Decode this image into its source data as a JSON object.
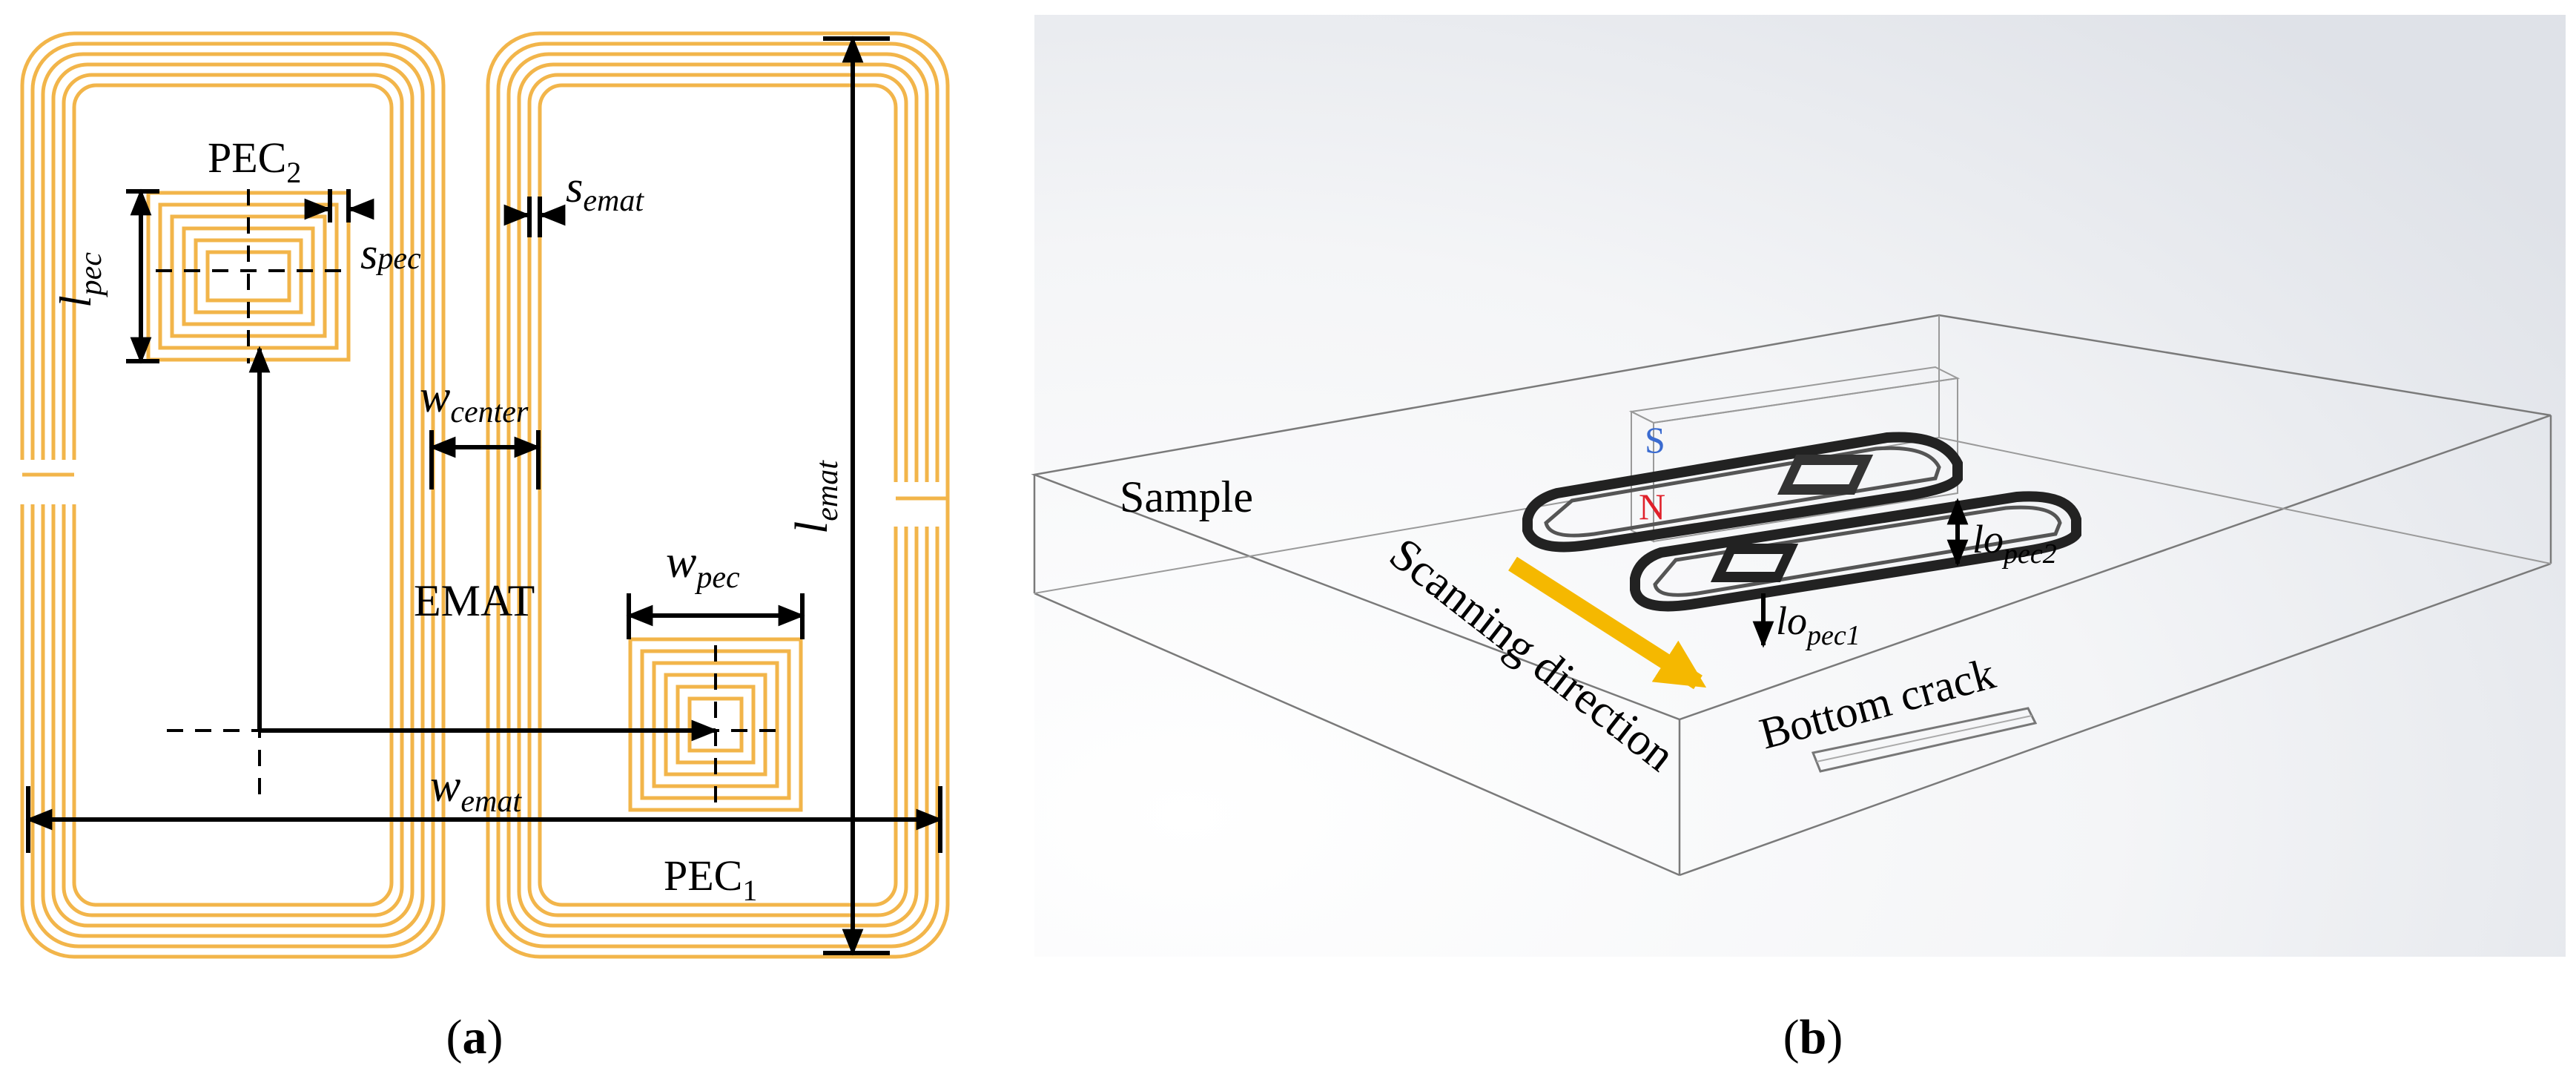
{
  "panel_a": {
    "caption": "a",
    "labels": {
      "pec2": "PEC",
      "pec2_sub": "2",
      "pec1": "PEC",
      "pec1_sub": "1",
      "emat": "EMAT",
      "l_pec": "l",
      "l_pec_sub": "pec",
      "s_pec": "s",
      "s_pec_sub": "pec",
      "s_emat": "s",
      "s_emat_sub": "emat",
      "w_center": "w",
      "w_center_sub": "center",
      "w_pec": "w",
      "w_pec_sub": "pec",
      "l_emat": "l",
      "l_emat_sub": "emat",
      "w_emat": "w",
      "w_emat_sub": "emat"
    },
    "colors": {
      "coil": "#f2b54a",
      "dimension": "#000000"
    }
  },
  "panel_b": {
    "caption": "b",
    "labels": {
      "sample": "Sample",
      "scanning": "Scanning direction",
      "bottom_crack": "Bottom crack",
      "magnet_s": "S",
      "magnet_n": "N",
      "lo_pec2": "lo",
      "lo_pec2_sub": "pec2",
      "lo_pec1": "lo",
      "lo_pec1_sub": "pec1"
    },
    "colors": {
      "s_pole": "#3a6bd0",
      "n_pole": "#e0202a",
      "arrow": "#f5b800",
      "coil": "#222222"
    }
  }
}
